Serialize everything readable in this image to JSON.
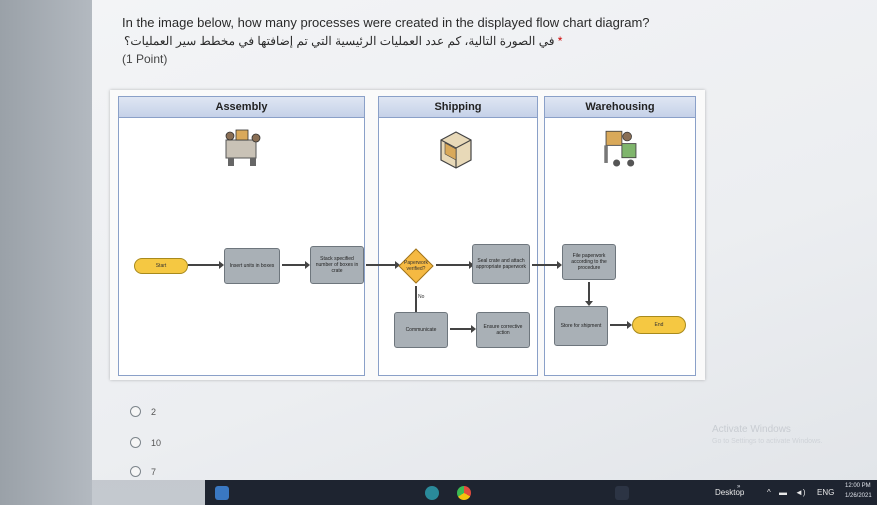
{
  "question": {
    "text_en": "In the image below, how many processes were created in the displayed flow chart diagram?",
    "text_ar": "في الصورة التالية، كم عدد العمليات الرئيسية التي تم إضافتها في مخطط سير العمليات؟",
    "required_mark": "*",
    "points": "(1 Point)"
  },
  "diagram": {
    "lanes": [
      {
        "title": "Assembly",
        "icon": "workers-icon"
      },
      {
        "title": "Shipping",
        "icon": "box-icon"
      },
      {
        "title": "Warehousing",
        "icon": "forklift-icon"
      }
    ],
    "start_label": "Start",
    "end_label": "End",
    "process_1": "Insert units in boxes",
    "process_2": "Stack specified number of boxes in crate",
    "decision": "Paperwork verified?",
    "process_3": "Seal crate and attach appropriate paperwork",
    "process_4": "File paperwork according to the procedure",
    "process_5": "Communicate",
    "process_6": "Ensure corrective action",
    "process_7": "Store for shipment",
    "no_label": "No"
  },
  "options": [
    {
      "label": "2"
    },
    {
      "label": "10"
    },
    {
      "label": "7"
    }
  ],
  "watermark": {
    "line1": "Activate Windows",
    "line2": "Go to Settings to activate Windows."
  },
  "taskbar": {
    "desktop_label": "Desktop",
    "chevron": "»",
    "language": "ENG",
    "time": "12:00 PM",
    "date": "1/26/2021"
  }
}
